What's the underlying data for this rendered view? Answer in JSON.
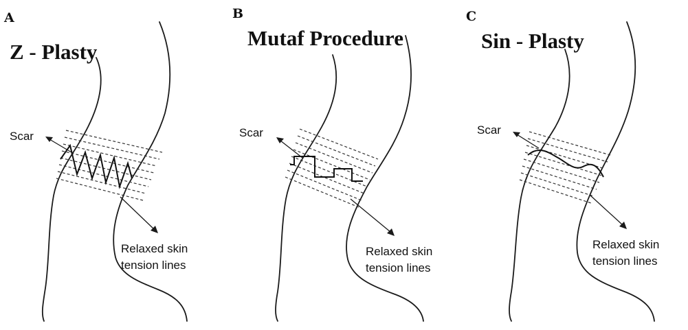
{
  "panels": [
    {
      "letter": "A",
      "title": "Z - Plasty",
      "scar_label": "Scar",
      "rstl_label_line1": "Relaxed skin",
      "rstl_label_line2": "tension lines"
    },
    {
      "letter": "B",
      "title": "Mutaf Procedure",
      "scar_label": "Scar",
      "rstl_label_line1": "Relaxed skin",
      "rstl_label_line2": "tension lines"
    },
    {
      "letter": "C",
      "title": "Sin - Plasty",
      "scar_label": "Scar",
      "rstl_label_line1": "Relaxed skin",
      "rstl_label_line2": "tension lines"
    }
  ]
}
